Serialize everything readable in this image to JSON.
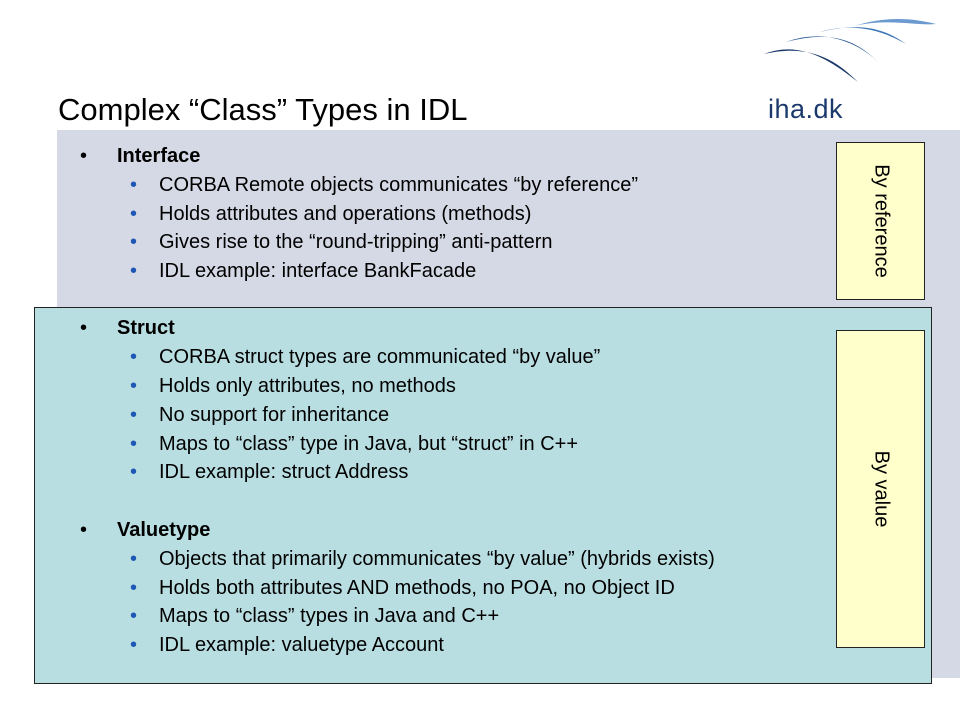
{
  "logo": {
    "text": "iha.dk"
  },
  "slide": {
    "title": "Complex “Class” Types in IDL"
  },
  "sections": [
    {
      "heading": "Interface",
      "items": [
        "CORBA Remote objects communicates “by reference”",
        "Holds attributes and operations (methods)",
        "Gives rise to the “round-tripping” anti-pattern",
        "IDL example: interface BankFacade"
      ]
    },
    {
      "heading": "Struct",
      "items": [
        "CORBA struct types are communicated “by value”",
        "Holds only attributes, no methods",
        "No support for inheritance",
        "Maps to “class” type in Java, but “struct” in C++",
        "IDL example: struct Address"
      ]
    },
    {
      "heading": "Valuetype",
      "items": [
        "Objects that primarily communicates “by value” (hybrids exists)",
        "Holds both attributes AND methods, no POA, no Object ID",
        "Maps to “class” types in Java and C++",
        "IDL example: valuetype Account"
      ]
    }
  ],
  "side_labels": {
    "by_reference": "By reference",
    "by_value": "By value"
  },
  "colors": {
    "panel_top": "#d5d9e5",
    "panel_bottom": "#b9dee2",
    "side_box": "#ffffcc",
    "sub_bullet": "#1f57b5",
    "logo": "#1b3a6b"
  }
}
